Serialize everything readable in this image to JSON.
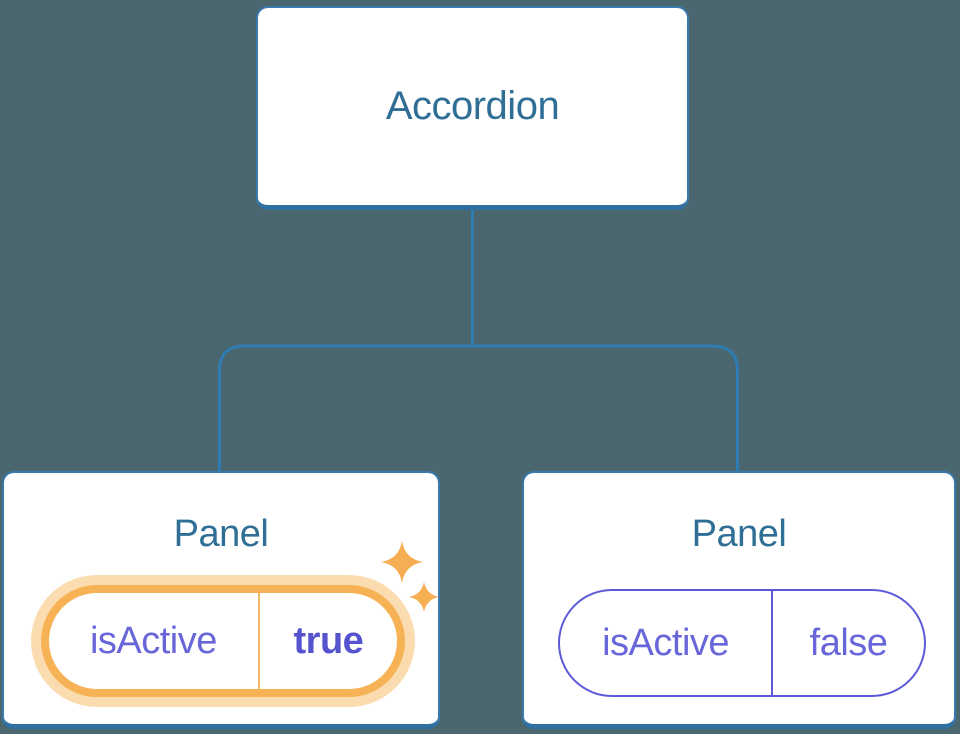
{
  "diagram": {
    "root": {
      "label": "Accordion"
    },
    "panels": [
      {
        "title": "Panel",
        "state_key": "isActive",
        "state_value": "true",
        "active": true,
        "highlight": "sparkles"
      },
      {
        "title": "Panel",
        "state_key": "isActive",
        "state_value": "false",
        "active": false,
        "highlight": "none"
      }
    ]
  },
  "icons": {
    "sparkles": "sparkles-icon"
  },
  "colors": {
    "background": "#4A666E",
    "card_bg": "#FFFFFF",
    "card_border": "#3879AE",
    "card_border_bottom": "#2F70A1",
    "label_blue": "#2F6F96",
    "connector": "#2E7CB1",
    "purple_text": "#6866D9",
    "purple_text_bold": "#5553CE",
    "purple_border": "#5C5AD8",
    "orange_border": "#F6B255",
    "orange_glow": "#FBDCB0",
    "orange_divider": "#F3B863",
    "sparkle": "#F5AF52"
  }
}
